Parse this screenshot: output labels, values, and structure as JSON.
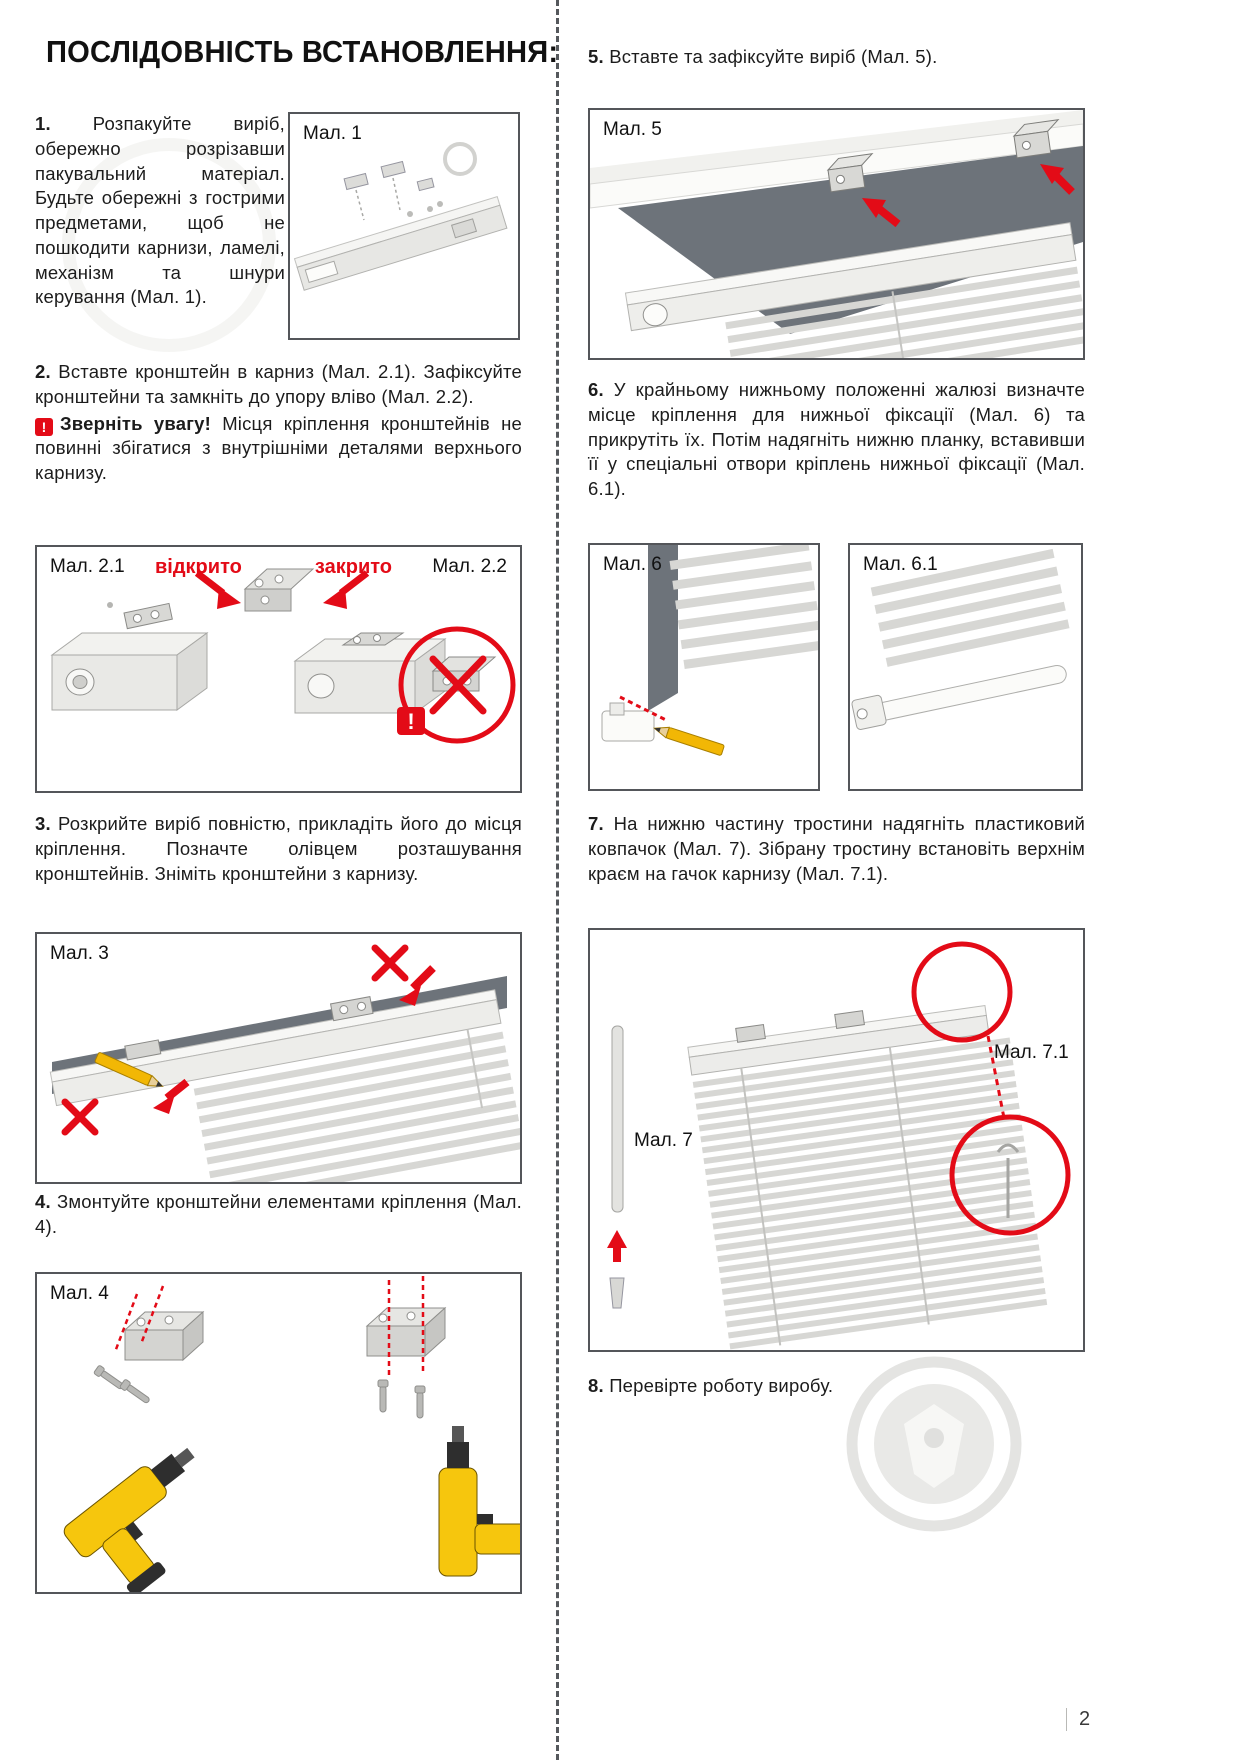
{
  "page": {
    "title": "ПОСЛІДОВНІСТЬ ВСТАНОВЛЕННЯ:",
    "page_number": "2"
  },
  "colors": {
    "accent_red": "#E30B17",
    "dark_gray_panel": "#6D737A",
    "drill_yellow": "#F6C60D"
  },
  "steps": {
    "s1": {
      "num": "1.",
      "text": "Розпакуйте виріб, обережно розрізавши пакувальний матеріал. Будьте обережні з гострими предметами, щоб не пошкодити карнизи, ламелі, механізм та шнури керування (Мал. 1)."
    },
    "s2": {
      "num": "2.",
      "text": "Вставте кронштейн в карниз (Мал. 2.1). Зафіксуйте кронштейни та замкніть до упору вліво (Мал. 2.2).",
      "warning_icon": "!",
      "warning_title": "Зверніть увагу!",
      "warning_text": "Місця кріплення кронштейнів не повинні збігатися з внутрішніми деталями верхнього карнизу."
    },
    "s3": {
      "num": "3.",
      "text": "Розкрийте виріб повністю, прикладіть його до місця кріплення. Позначте олівцем розташування кронштейнів. Зніміть кронштейни з карнизу."
    },
    "s4": {
      "num": "4.",
      "text": "Змонтуйте кронштейни елементами кріплення (Мал. 4)."
    },
    "s5": {
      "num": "5.",
      "text": "Вставте та зафіксуйте виріб (Мал. 5)."
    },
    "s6": {
      "num": "6.",
      "text": "У крайньому нижньому положенні жалюзі визначте місце кріплення для нижньої фіксації (Мал. 6) та прикрутіть їх. Потім надягніть нижню планку, вставивши її у спеціальні отвори кріплень нижньої фіксації (Мал. 6.1)."
    },
    "s7": {
      "num": "7.",
      "text": "На нижню частину тростини надягніть пластиковий ковпачок (Мал. 7). Зібрану тростину встановіть верхнім краєм на гачок карнизу (Мал. 7.1)."
    },
    "s8": {
      "num": "8.",
      "text": "Перевірте роботу виробу."
    }
  },
  "figures": {
    "f1": {
      "label": "Мал. 1"
    },
    "f2": {
      "label_left": "Мал. 2.1",
      "open": "відкрито",
      "closed": "закрито",
      "label_right": "Мал. 2.2",
      "alert": "!"
    },
    "f3": {
      "label": "Мал. 3"
    },
    "f4": {
      "label": "Мал. 4"
    },
    "f5": {
      "label": "Мал. 5"
    },
    "f6": {
      "label": "Мал. 6"
    },
    "f61": {
      "label": "Мал. 6.1"
    },
    "f7": {
      "label": "Мал. 7",
      "label_71": "Мал. 7.1"
    }
  }
}
